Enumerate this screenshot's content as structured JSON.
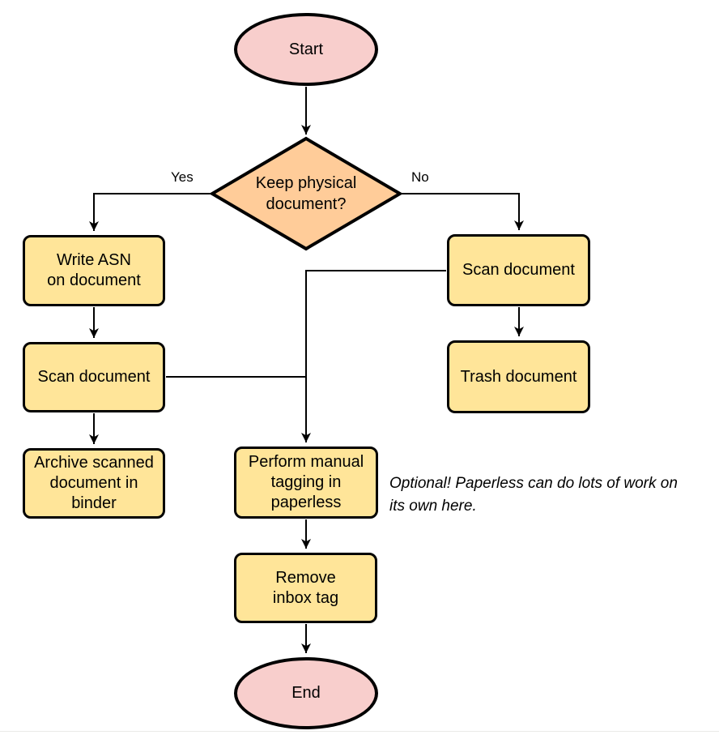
{
  "colors": {
    "terminator_fill": "#f8cecc",
    "decision_fill": "#ffcc99",
    "process_fill": "#ffe599",
    "stroke": "#000000"
  },
  "nodes": {
    "start": {
      "label": "Start",
      "type": "terminator"
    },
    "decision": {
      "label": "Keep physical\ndocument?",
      "type": "decision"
    },
    "write_asn": {
      "label": "Write ASN\non document",
      "type": "process"
    },
    "scan_left": {
      "label": "Scan document",
      "type": "process"
    },
    "archive": {
      "label": "Archive scanned\ndocument in\nbinder",
      "type": "process"
    },
    "scan_right": {
      "label": "Scan document",
      "type": "process"
    },
    "trash": {
      "label": "Trash document",
      "type": "process"
    },
    "tagging": {
      "label": "Perform manual\ntagging in\npaperless",
      "type": "process"
    },
    "remove_inbox": {
      "label": "Remove\ninbox tag",
      "type": "process"
    },
    "end": {
      "label": "End",
      "type": "terminator"
    }
  },
  "edges": {
    "yes_label": "Yes",
    "no_label": "No"
  },
  "annotation": {
    "text": "Optional! Paperless can do lots of work on\nits own here."
  }
}
